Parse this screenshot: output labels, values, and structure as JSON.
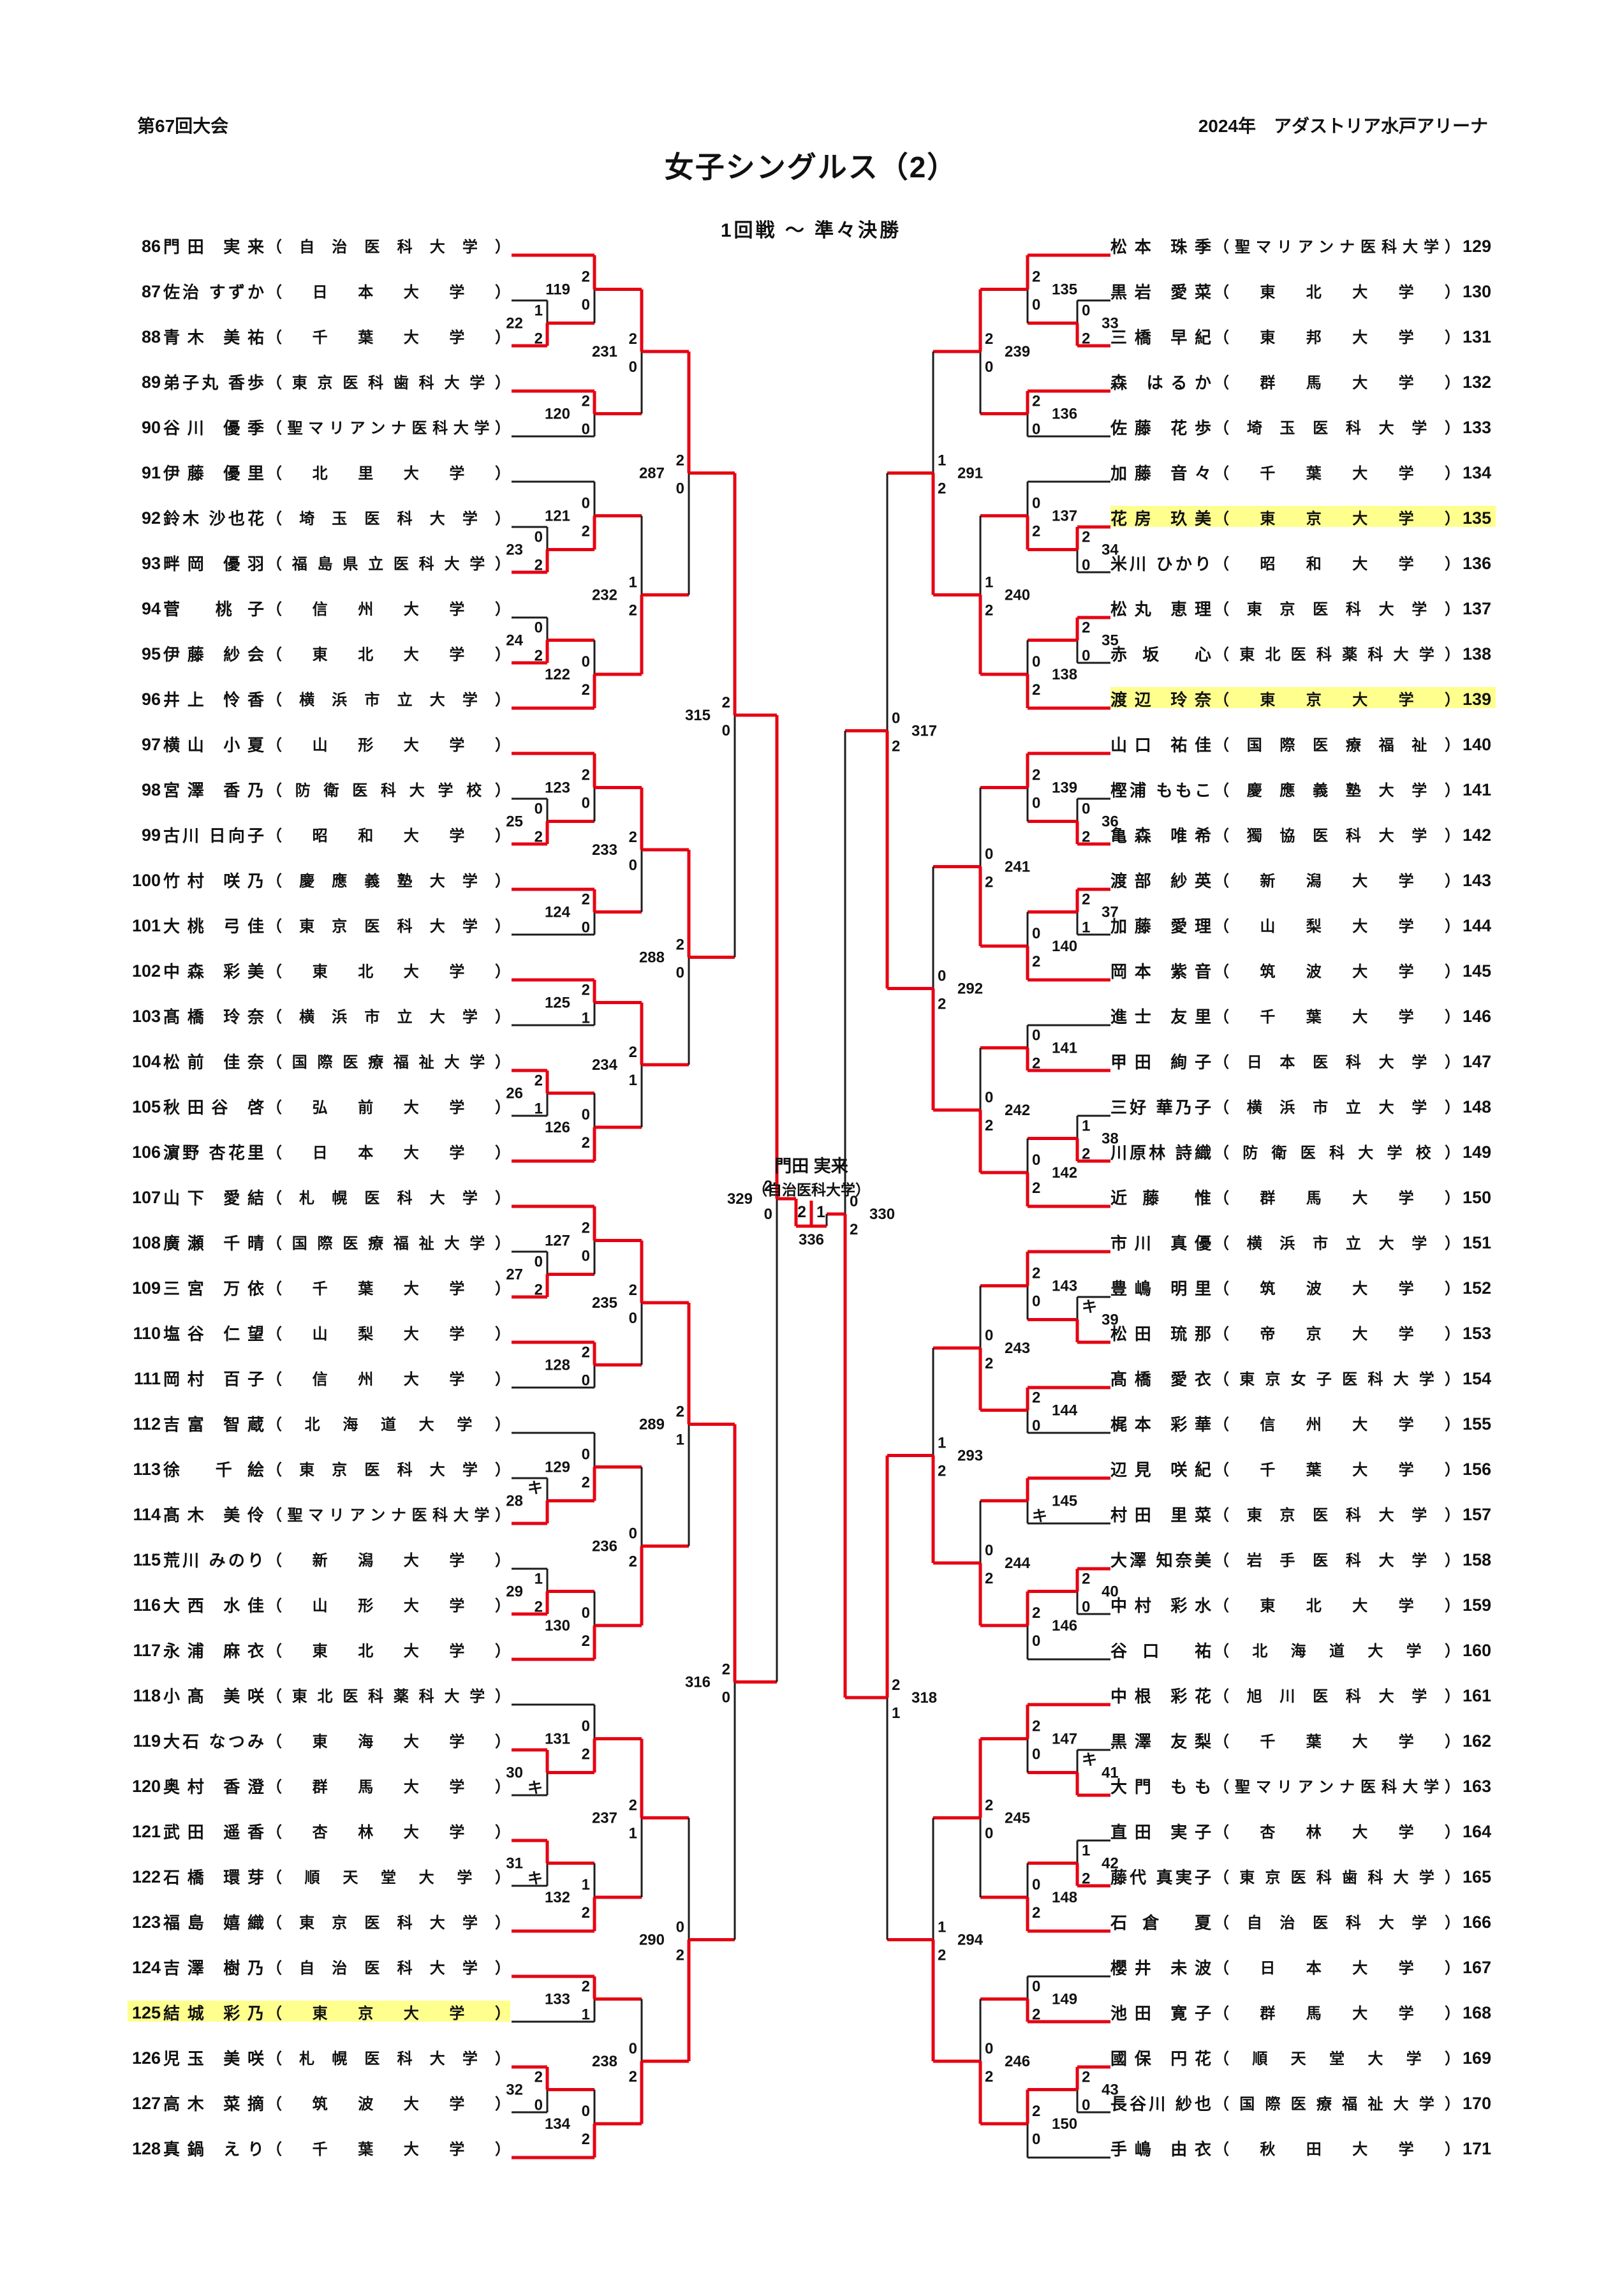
{
  "header": {
    "left": "第67回大会",
    "right": "2024年　アダストリア水戸アリーナ",
    "title": "女子シングルス（2）",
    "subtitle": "1回戦 ～ 準々決勝"
  },
  "colors": {
    "win_line": "#e60012",
    "line": "#1c1c1c",
    "highlight": "#ffff8e"
  },
  "center": {
    "winner_name": "門田 実来",
    "winner_univ": "（自治医科大学）",
    "final_score_left": "2",
    "final_score_right": "1",
    "final_match_no": "336"
  },
  "left_players": [
    {
      "no": "86",
      "name": "門田 実来",
      "univ": "自治医科大学",
      "hl": false
    },
    {
      "no": "87",
      "name": "佐治 すずか",
      "univ": "日本大学",
      "hl": false
    },
    {
      "no": "88",
      "name": "青木 美祐",
      "univ": "千葉大学",
      "hl": false
    },
    {
      "no": "89",
      "name": "弟子丸 香歩",
      "univ": "東京医科歯科大学",
      "hl": false
    },
    {
      "no": "90",
      "name": "谷川 優季",
      "univ": "聖マリアンナ医科大学",
      "hl": false
    },
    {
      "no": "91",
      "name": "伊藤 優里",
      "univ": "北里大学",
      "hl": false
    },
    {
      "no": "92",
      "name": "鈴木 沙也花",
      "univ": "埼玉医科大学",
      "hl": false
    },
    {
      "no": "93",
      "name": "畔岡 優羽",
      "univ": "福島県立医科大学",
      "hl": false
    },
    {
      "no": "94",
      "name": "菅 桃子",
      "univ": "信州大学",
      "hl": false
    },
    {
      "no": "95",
      "name": "伊藤 紗会",
      "univ": "東北大学",
      "hl": false
    },
    {
      "no": "96",
      "name": "井上 怜香",
      "univ": "横浜市立大学",
      "hl": false
    },
    {
      "no": "97",
      "name": "横山 小夏",
      "univ": "山形大学",
      "hl": false
    },
    {
      "no": "98",
      "name": "宮澤 香乃",
      "univ": "防衛医科大学校",
      "hl": false
    },
    {
      "no": "99",
      "name": "古川 日向子",
      "univ": "昭和大学",
      "hl": false
    },
    {
      "no": "100",
      "name": "竹村 咲乃",
      "univ": "慶應義塾大学",
      "hl": false
    },
    {
      "no": "101",
      "name": "大桃 弓佳",
      "univ": "東京医科大学",
      "hl": false
    },
    {
      "no": "102",
      "name": "中森 彩美",
      "univ": "東北大学",
      "hl": false
    },
    {
      "no": "103",
      "name": "髙橋 玲奈",
      "univ": "横浜市立大学",
      "hl": false
    },
    {
      "no": "104",
      "name": "松前 佳奈",
      "univ": "国際医療福祉大学",
      "hl": false
    },
    {
      "no": "105",
      "name": "秋田谷 啓",
      "univ": "弘前大学",
      "hl": false
    },
    {
      "no": "106",
      "name": "濵野 杏花里",
      "univ": "日本大学",
      "hl": false
    },
    {
      "no": "107",
      "name": "山下 愛結",
      "univ": "札幌医科大学",
      "hl": false
    },
    {
      "no": "108",
      "name": "廣瀬 千晴",
      "univ": "国際医療福祉大学",
      "hl": false
    },
    {
      "no": "109",
      "name": "三宮 万依",
      "univ": "千葉大学",
      "hl": false
    },
    {
      "no": "110",
      "name": "塩谷 仁望",
      "univ": "山梨大学",
      "hl": false
    },
    {
      "no": "111",
      "name": "岡村 百子",
      "univ": "信州大学",
      "hl": false
    },
    {
      "no": "112",
      "name": "吉富 智蔵",
      "univ": "北海道大学",
      "hl": false
    },
    {
      "no": "113",
      "name": "徐 千絵",
      "univ": "東京医科大学",
      "hl": false
    },
    {
      "no": "114",
      "name": "髙木 美伶",
      "univ": "聖マリアンナ医科大学",
      "hl": false
    },
    {
      "no": "115",
      "name": "荒川 みのり",
      "univ": "新潟大学",
      "hl": false
    },
    {
      "no": "116",
      "name": "大西 水佳",
      "univ": "山形大学",
      "hl": false
    },
    {
      "no": "117",
      "name": "永浦 麻衣",
      "univ": "東北大学",
      "hl": false
    },
    {
      "no": "118",
      "name": "小髙 美咲",
      "univ": "東北医科薬科大学",
      "hl": false
    },
    {
      "no": "119",
      "name": "大石 なつみ",
      "univ": "東海大学",
      "hl": false
    },
    {
      "no": "120",
      "name": "奥村 香澄",
      "univ": "群馬大学",
      "hl": false
    },
    {
      "no": "121",
      "name": "武田 遥香",
      "univ": "杏林大学",
      "hl": false
    },
    {
      "no": "122",
      "name": "石橋 環芽",
      "univ": "順天堂大学",
      "hl": false
    },
    {
      "no": "123",
      "name": "福島 嬉織",
      "univ": "東京医科大学",
      "hl": false
    },
    {
      "no": "124",
      "name": "吉澤 樹乃",
      "univ": "自治医科大学",
      "hl": false
    },
    {
      "no": "125",
      "name": "結城 彩乃",
      "univ": "東京大学",
      "hl": true
    },
    {
      "no": "126",
      "name": "児玉 美咲",
      "univ": "札幌医科大学",
      "hl": false
    },
    {
      "no": "127",
      "name": "高木 菜摘",
      "univ": "筑波大学",
      "hl": false
    },
    {
      "no": "128",
      "name": "真鍋 えり",
      "univ": "千葉大学",
      "hl": false
    }
  ],
  "right_players": [
    {
      "no": "129",
      "name": "松本 珠季",
      "univ": "聖マリアンナ医科大学",
      "hl": false
    },
    {
      "no": "130",
      "name": "黒岩 愛菜",
      "univ": "東北大学",
      "hl": false
    },
    {
      "no": "131",
      "name": "三橋 早紀",
      "univ": "東邦大学",
      "hl": false
    },
    {
      "no": "132",
      "name": "森 はるか",
      "univ": "群馬大学",
      "hl": false
    },
    {
      "no": "133",
      "name": "佐藤 花歩",
      "univ": "埼玉医科大学",
      "hl": false
    },
    {
      "no": "134",
      "name": "加藤 音々",
      "univ": "千葉大学",
      "hl": false
    },
    {
      "no": "135",
      "name": "花房 玖美",
      "univ": "東京大学",
      "hl": true
    },
    {
      "no": "136",
      "name": "米川 ひかり",
      "univ": "昭和大学",
      "hl": false
    },
    {
      "no": "137",
      "name": "松丸 恵理",
      "univ": "東京医科大学",
      "hl": false
    },
    {
      "no": "138",
      "name": "赤坂 心",
      "univ": "東北医科薬科大学",
      "hl": false
    },
    {
      "no": "139",
      "name": "渡辺 玲奈",
      "univ": "東京大学",
      "hl": true
    },
    {
      "no": "140",
      "name": "山口 祐佳",
      "univ": "国際医療福祉",
      "hl": false
    },
    {
      "no": "141",
      "name": "樫浦 ももこ",
      "univ": "慶應義塾大学",
      "hl": false
    },
    {
      "no": "142",
      "name": "亀森 唯希",
      "univ": "獨協医科大学",
      "hl": false
    },
    {
      "no": "143",
      "name": "渡部 紗英",
      "univ": "新潟大学",
      "hl": false
    },
    {
      "no": "144",
      "name": "加藤 愛理",
      "univ": "山梨大学",
      "hl": false
    },
    {
      "no": "145",
      "name": "岡本 紫音",
      "univ": "筑波大学",
      "hl": false
    },
    {
      "no": "146",
      "name": "進士 友里",
      "univ": "千葉大学",
      "hl": false
    },
    {
      "no": "147",
      "name": "甲田 絢子",
      "univ": "日本医科大学",
      "hl": false
    },
    {
      "no": "148",
      "name": "三好 華乃子",
      "univ": "横浜市立大学",
      "hl": false
    },
    {
      "no": "149",
      "name": "川原林 詩織",
      "univ": "防衛医科大学校",
      "hl": false
    },
    {
      "no": "150",
      "name": "近藤 惟",
      "univ": "群馬大学",
      "hl": false
    },
    {
      "no": "151",
      "name": "市川 真優",
      "univ": "横浜市立大学",
      "hl": false
    },
    {
      "no": "152",
      "name": "豊嶋 明里",
      "univ": "筑波大学",
      "hl": false
    },
    {
      "no": "153",
      "name": "松田 琉那",
      "univ": "帝京大学",
      "hl": false
    },
    {
      "no": "154",
      "name": "髙橋 愛衣",
      "univ": "東京女子医科大学",
      "hl": false
    },
    {
      "no": "155",
      "name": "梶本 彩華",
      "univ": "信州大学",
      "hl": false
    },
    {
      "no": "156",
      "name": "辺見 咲紀",
      "univ": "千葉大学",
      "hl": false
    },
    {
      "no": "157",
      "name": "村田 里菜",
      "univ": "東京医科大学",
      "hl": false
    },
    {
      "no": "158",
      "name": "大澤 知奈美",
      "univ": "岩手医科大学",
      "hl": false
    },
    {
      "no": "159",
      "name": "中村 彩水",
      "univ": "東北大学",
      "hl": false
    },
    {
      "no": "160",
      "name": "谷口 祐",
      "univ": "北海道大学",
      "hl": false
    },
    {
      "no": "161",
      "name": "中根 彩花",
      "univ": "旭川医科大学",
      "hl": false
    },
    {
      "no": "162",
      "name": "黒澤 友梨",
      "univ": "千葉大学",
      "hl": false
    },
    {
      "no": "163",
      "name": "大門 もも",
      "univ": "聖マリアンナ医科大学",
      "hl": false
    },
    {
      "no": "164",
      "name": "直田 実子",
      "univ": "杏林大学",
      "hl": false
    },
    {
      "no": "165",
      "name": "藤代 真実子",
      "univ": "東京医科歯科大学",
      "hl": false
    },
    {
      "no": "166",
      "name": "石倉 夏",
      "univ": "自治医科大学",
      "hl": false
    },
    {
      "no": "167",
      "name": "櫻井 未波",
      "univ": "日本大学",
      "hl": false
    },
    {
      "no": "168",
      "name": "池田 寛子",
      "univ": "群馬大学",
      "hl": false
    },
    {
      "no": "169",
      "name": "國保 円花",
      "univ": "順天堂大学",
      "hl": false
    },
    {
      "no": "170",
      "name": "長谷川 紗也",
      "univ": "国際医療福祉大学",
      "hl": false
    },
    {
      "no": "171",
      "name": "手嶋 由衣",
      "univ": "秋田大学",
      "hl": false
    }
  ],
  "left_matches": [
    {
      "no": "22",
      "r": 1,
      "a": "P1",
      "b": "P2",
      "s1": "1",
      "s2": "2",
      "w": "b"
    },
    {
      "no": "23",
      "r": 1,
      "a": "P6",
      "b": "P7",
      "s1": "0",
      "s2": "2",
      "w": "b"
    },
    {
      "no": "24",
      "r": 1,
      "a": "P8",
      "b": "P9",
      "s1": "0",
      "s2": "2",
      "w": "b"
    },
    {
      "no": "25",
      "r": 1,
      "a": "P12",
      "b": "P13",
      "s1": "0",
      "s2": "2",
      "w": "b"
    },
    {
      "no": "26",
      "r": 1,
      "a": "P18",
      "b": "P19",
      "s1": "2",
      "s2": "1",
      "w": "a"
    },
    {
      "no": "27",
      "r": 1,
      "a": "P22",
      "b": "P23",
      "s1": "0",
      "s2": "2",
      "w": "b"
    },
    {
      "no": "28",
      "r": 1,
      "a": "P27",
      "b": "P28",
      "s1": "キ",
      "s2": "",
      "w": "b"
    },
    {
      "no": "29",
      "r": 1,
      "a": "P29",
      "b": "P30",
      "s1": "1",
      "s2": "2",
      "w": "b"
    },
    {
      "no": "30",
      "r": 1,
      "a": "P33",
      "b": "P34",
      "s1": "",
      "s2": "キ",
      "w": "a"
    },
    {
      "no": "31",
      "r": 1,
      "a": "P35",
      "b": "P36",
      "s1": "",
      "s2": "キ",
      "w": "a"
    },
    {
      "no": "32",
      "r": 1,
      "a": "P40",
      "b": "P41",
      "s1": "2",
      "s2": "0",
      "w": "a"
    },
    {
      "no": "119",
      "r": 2,
      "a": "P0",
      "b": "M22",
      "s1": "2",
      "s2": "0",
      "w": "a"
    },
    {
      "no": "120",
      "r": 2,
      "a": "P3",
      "b": "P4",
      "s1": "2",
      "s2": "0",
      "w": "a"
    },
    {
      "no": "121",
      "r": 2,
      "a": "P5",
      "b": "M23",
      "s1": "0",
      "s2": "2",
      "w": "b"
    },
    {
      "no": "122",
      "r": 2,
      "a": "M24",
      "b": "P10",
      "s1": "0",
      "s2": "2",
      "w": "b"
    },
    {
      "no": "123",
      "r": 2,
      "a": "P11",
      "b": "M25",
      "s1": "2",
      "s2": "0",
      "w": "a"
    },
    {
      "no": "124",
      "r": 2,
      "a": "P14",
      "b": "P15",
      "s1": "2",
      "s2": "0",
      "w": "a"
    },
    {
      "no": "125",
      "r": 2,
      "a": "P16",
      "b": "P17",
      "s1": "2",
      "s2": "1",
      "w": "a"
    },
    {
      "no": "126",
      "r": 2,
      "a": "M26",
      "b": "P20",
      "s1": "0",
      "s2": "2",
      "w": "b"
    },
    {
      "no": "127",
      "r": 2,
      "a": "P21",
      "b": "M27",
      "s1": "2",
      "s2": "0",
      "w": "a"
    },
    {
      "no": "128",
      "r": 2,
      "a": "P24",
      "b": "P25",
      "s1": "2",
      "s2": "0",
      "w": "a"
    },
    {
      "no": "129",
      "r": 2,
      "a": "P26",
      "b": "M28",
      "s1": "0",
      "s2": "2",
      "w": "b"
    },
    {
      "no": "130",
      "r": 2,
      "a": "M29",
      "b": "P31",
      "s1": "0",
      "s2": "2",
      "w": "b"
    },
    {
      "no": "131",
      "r": 2,
      "a": "P32",
      "b": "M30",
      "s1": "0",
      "s2": "2",
      "w": "b"
    },
    {
      "no": "132",
      "r": 2,
      "a": "M31",
      "b": "P37",
      "s1": "1",
      "s2": "2",
      "w": "b"
    },
    {
      "no": "133",
      "r": 2,
      "a": "P38",
      "b": "P39",
      "s1": "2",
      "s2": "1",
      "w": "a"
    },
    {
      "no": "134",
      "r": 2,
      "a": "M32",
      "b": "P42",
      "s1": "0",
      "s2": "2",
      "w": "b"
    },
    {
      "no": "231",
      "r": 3,
      "a": "M119",
      "b": "M120",
      "s1": "2",
      "s2": "0",
      "w": "a"
    },
    {
      "no": "232",
      "r": 3,
      "a": "M121",
      "b": "M122",
      "s1": "1",
      "s2": "2",
      "w": "b"
    },
    {
      "no": "233",
      "r": 3,
      "a": "M123",
      "b": "M124",
      "s1": "2",
      "s2": "0",
      "w": "a"
    },
    {
      "no": "234",
      "r": 3,
      "a": "M125",
      "b": "M126",
      "s1": "2",
      "s2": "1",
      "w": "a"
    },
    {
      "no": "235",
      "r": 3,
      "a": "M127",
      "b": "M128",
      "s1": "2",
      "s2": "0",
      "w": "a"
    },
    {
      "no": "236",
      "r": 3,
      "a": "M129",
      "b": "M130",
      "s1": "0",
      "s2": "2",
      "w": "b"
    },
    {
      "no": "237",
      "r": 3,
      "a": "M131",
      "b": "M132",
      "s1": "2",
      "s2": "1",
      "w": "a"
    },
    {
      "no": "238",
      "r": 3,
      "a": "M133",
      "b": "M134",
      "s1": "0",
      "s2": "2",
      "w": "b"
    },
    {
      "no": "287",
      "r": 4,
      "a": "M231",
      "b": "M232",
      "s1": "2",
      "s2": "0",
      "w": "a"
    },
    {
      "no": "288",
      "r": 4,
      "a": "M233",
      "b": "M234",
      "s1": "2",
      "s2": "0",
      "w": "a"
    },
    {
      "no": "289",
      "r": 4,
      "a": "M235",
      "b": "M236",
      "s1": "2",
      "s2": "1",
      "w": "a"
    },
    {
      "no": "290",
      "r": 4,
      "a": "M237",
      "b": "M238",
      "s1": "0",
      "s2": "2",
      "w": "b"
    },
    {
      "no": "315",
      "r": 5,
      "a": "M287",
      "b": "M288",
      "s1": "2",
      "s2": "0",
      "w": "a"
    },
    {
      "no": "316",
      "r": 5,
      "a": "M289",
      "b": "M290",
      "s1": "2",
      "s2": "0",
      "w": "a"
    },
    {
      "no": "329",
      "r": 6,
      "a": "M315",
      "b": "M316",
      "s1": "2",
      "s2": "0",
      "w": "a"
    }
  ],
  "right_matches": [
    {
      "no": "33",
      "r": 1,
      "a": "P1",
      "b": "P2",
      "s1": "0",
      "s2": "2",
      "w": "b"
    },
    {
      "no": "34",
      "r": 1,
      "a": "P6",
      "b": "P7",
      "s1": "2",
      "s2": "0",
      "w": "a"
    },
    {
      "no": "35",
      "r": 1,
      "a": "P8",
      "b": "P9",
      "s1": "2",
      "s2": "0",
      "w": "a"
    },
    {
      "no": "36",
      "r": 1,
      "a": "P12",
      "b": "P13",
      "s1": "0",
      "s2": "2",
      "w": "b"
    },
    {
      "no": "37",
      "r": 1,
      "a": "P14",
      "b": "P15",
      "s1": "2",
      "s2": "1",
      "w": "a"
    },
    {
      "no": "38",
      "r": 1,
      "a": "P19",
      "b": "P20",
      "s1": "1",
      "s2": "2",
      "w": "b"
    },
    {
      "no": "39",
      "r": 1,
      "a": "P23",
      "b": "P24",
      "s1": "キ",
      "s2": "",
      "w": "b"
    },
    {
      "no": "40",
      "r": 1,
      "a": "P29",
      "b": "P30",
      "s1": "2",
      "s2": "0",
      "w": "a"
    },
    {
      "no": "41",
      "r": 1,
      "a": "P33",
      "b": "P34",
      "s1": "キ",
      "s2": "",
      "w": "b"
    },
    {
      "no": "42",
      "r": 1,
      "a": "P35",
      "b": "P36",
      "s1": "1",
      "s2": "2",
      "w": "b"
    },
    {
      "no": "43",
      "r": 1,
      "a": "P40",
      "b": "P41",
      "s1": "2",
      "s2": "0",
      "w": "a"
    },
    {
      "no": "135",
      "r": 2,
      "a": "P0",
      "b": "M33",
      "s1": "2",
      "s2": "0",
      "w": "a"
    },
    {
      "no": "136",
      "r": 2,
      "a": "P3",
      "b": "P4",
      "s1": "2",
      "s2": "0",
      "w": "a"
    },
    {
      "no": "137",
      "r": 2,
      "a": "P5",
      "b": "M34",
      "s1": "0",
      "s2": "2",
      "w": "b"
    },
    {
      "no": "138",
      "r": 2,
      "a": "M35",
      "b": "P10",
      "s1": "0",
      "s2": "2",
      "w": "b"
    },
    {
      "no": "139",
      "r": 2,
      "a": "P11",
      "b": "M36",
      "s1": "2",
      "s2": "0",
      "w": "a"
    },
    {
      "no": "140",
      "r": 2,
      "a": "M37",
      "b": "P16",
      "s1": "0",
      "s2": "2",
      "w": "b"
    },
    {
      "no": "141",
      "r": 2,
      "a": "P17",
      "b": "P18",
      "s1": "0",
      "s2": "2",
      "w": "b"
    },
    {
      "no": "142",
      "r": 2,
      "a": "M38",
      "b": "P21",
      "s1": "0",
      "s2": "2",
      "w": "b"
    },
    {
      "no": "143",
      "r": 2,
      "a": "P22",
      "b": "M39",
      "s1": "2",
      "s2": "0",
      "w": "a"
    },
    {
      "no": "144",
      "r": 2,
      "a": "P25",
      "b": "P26",
      "s1": "2",
      "s2": "0",
      "w": "a"
    },
    {
      "no": "145",
      "r": 2,
      "a": "P27",
      "b": "P28",
      "s1": "",
      "s2": "キ",
      "w": "a"
    },
    {
      "no": "146",
      "r": 2,
      "a": "M40",
      "b": "P31",
      "s1": "2",
      "s2": "0",
      "w": "a"
    },
    {
      "no": "147",
      "r": 2,
      "a": "P32",
      "b": "M41",
      "s1": "2",
      "s2": "0",
      "w": "a"
    },
    {
      "no": "148",
      "r": 2,
      "a": "M42",
      "b": "P37",
      "s1": "0",
      "s2": "2",
      "w": "b"
    },
    {
      "no": "149",
      "r": 2,
      "a": "P38",
      "b": "P39",
      "s1": "0",
      "s2": "2",
      "w": "b"
    },
    {
      "no": "150",
      "r": 2,
      "a": "M43",
      "b": "P42",
      "s1": "2",
      "s2": "0",
      "w": "a"
    },
    {
      "no": "239",
      "r": 3,
      "a": "M135",
      "b": "M136",
      "s1": "2",
      "s2": "0",
      "w": "a"
    },
    {
      "no": "240",
      "r": 3,
      "a": "M137",
      "b": "M138",
      "s1": "1",
      "s2": "2",
      "w": "b"
    },
    {
      "no": "241",
      "r": 3,
      "a": "M139",
      "b": "M140",
      "s1": "0",
      "s2": "2",
      "w": "b"
    },
    {
      "no": "242",
      "r": 3,
      "a": "M141",
      "b": "M142",
      "s1": "0",
      "s2": "2",
      "w": "b"
    },
    {
      "no": "243",
      "r": 3,
      "a": "M143",
      "b": "M144",
      "s1": "0",
      "s2": "2",
      "w": "b"
    },
    {
      "no": "244",
      "r": 3,
      "a": "M145",
      "b": "M146",
      "s1": "0",
      "s2": "2",
      "w": "b"
    },
    {
      "no": "245",
      "r": 3,
      "a": "M147",
      "b": "M148",
      "s1": "2",
      "s2": "0",
      "w": "a"
    },
    {
      "no": "246",
      "r": 3,
      "a": "M149",
      "b": "M150",
      "s1": "0",
      "s2": "2",
      "w": "b"
    },
    {
      "no": "291",
      "r": 4,
      "a": "M239",
      "b": "M240",
      "s1": "1",
      "s2": "2",
      "w": "b"
    },
    {
      "no": "292",
      "r": 4,
      "a": "M241",
      "b": "M242",
      "s1": "0",
      "s2": "2",
      "w": "b"
    },
    {
      "no": "293",
      "r": 4,
      "a": "M243",
      "b": "M244",
      "s1": "1",
      "s2": "2",
      "w": "b"
    },
    {
      "no": "294",
      "r": 4,
      "a": "M245",
      "b": "M246",
      "s1": "1",
      "s2": "2",
      "w": "b"
    },
    {
      "no": "317",
      "r": 5,
      "a": "M291",
      "b": "M292",
      "s1": "0",
      "s2": "2",
      "w": "b"
    },
    {
      "no": "318",
      "r": 5,
      "a": "M293",
      "b": "M294",
      "s1": "2",
      "s2": "1",
      "w": "a"
    },
    {
      "no": "330",
      "r": 6,
      "a": "M317",
      "b": "M318",
      "s1": "0",
      "s2": "2",
      "w": "b"
    }
  ]
}
